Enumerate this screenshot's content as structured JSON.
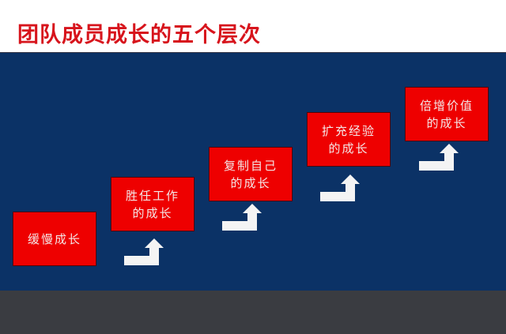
{
  "title": "团队成员成长的五个层次",
  "steps": [
    {
      "line1": "缓慢成长",
      "line2": ""
    },
    {
      "line1": "胜任工作",
      "line2": "的成长"
    },
    {
      "line1": "复制自己",
      "line2": "的成长"
    },
    {
      "line1": "扩充经验",
      "line2": "的成长"
    },
    {
      "line1": "倍增价值",
      "line2": "的成长"
    }
  ],
  "colors": {
    "accent": "#ee0000",
    "background": "#0b3266",
    "title": "#d7141c"
  }
}
